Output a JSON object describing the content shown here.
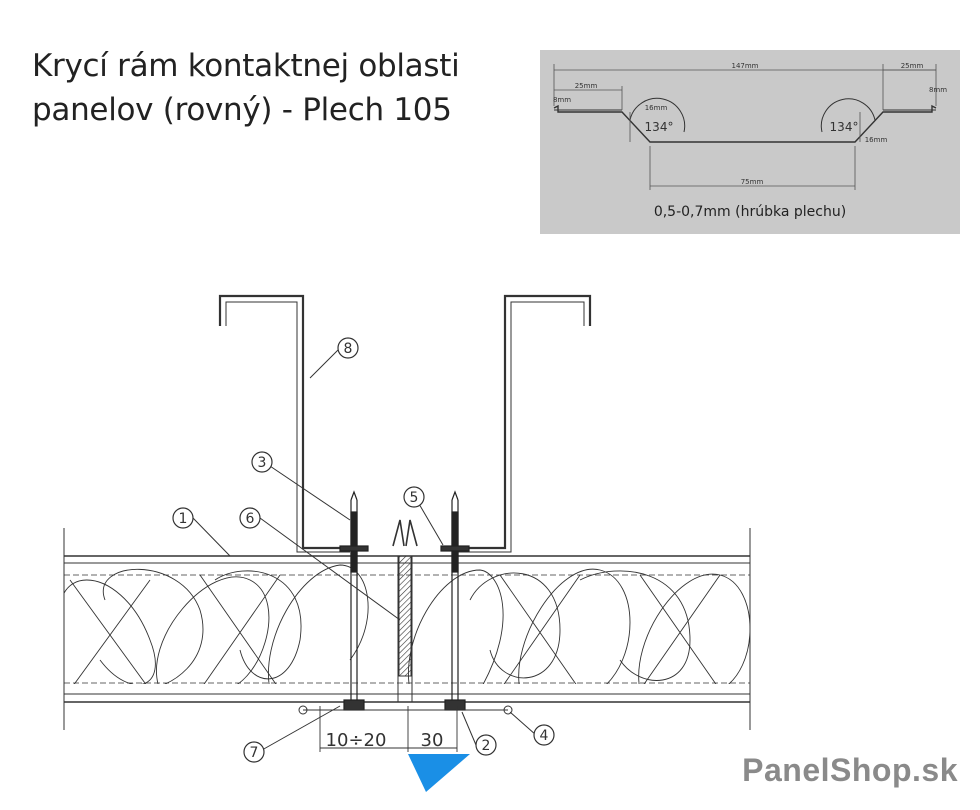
{
  "title": {
    "line1": "Krycí rám kontaktnej oblasti",
    "line2": "panelov (rovný) - Plech 105"
  },
  "profile": {
    "dim_total": "147mm",
    "dim_left_flange": "25mm",
    "dim_right_flange": "25mm",
    "dim_left_hem": "8mm",
    "dim_right_hem": "8mm",
    "dim_left_depth": "16mm",
    "dim_right_depth": "16mm",
    "dim_bottom": "75mm",
    "angle_left": "134°",
    "angle_right": "134°",
    "thickness_note": "0,5-0,7mm (hrúbka plechu)"
  },
  "drawing": {
    "callouts": [
      "1",
      "2",
      "3",
      "4",
      "5",
      "6",
      "7",
      "8"
    ],
    "dim_gap": "10÷20",
    "dim_offset": "30"
  },
  "brand": {
    "name": "PanelShop.sk"
  },
  "colors": {
    "line": "#333333",
    "profile_bg": "#c9c9c9",
    "arrow": "#1a8fe6",
    "brand": "#8a8a8a"
  }
}
